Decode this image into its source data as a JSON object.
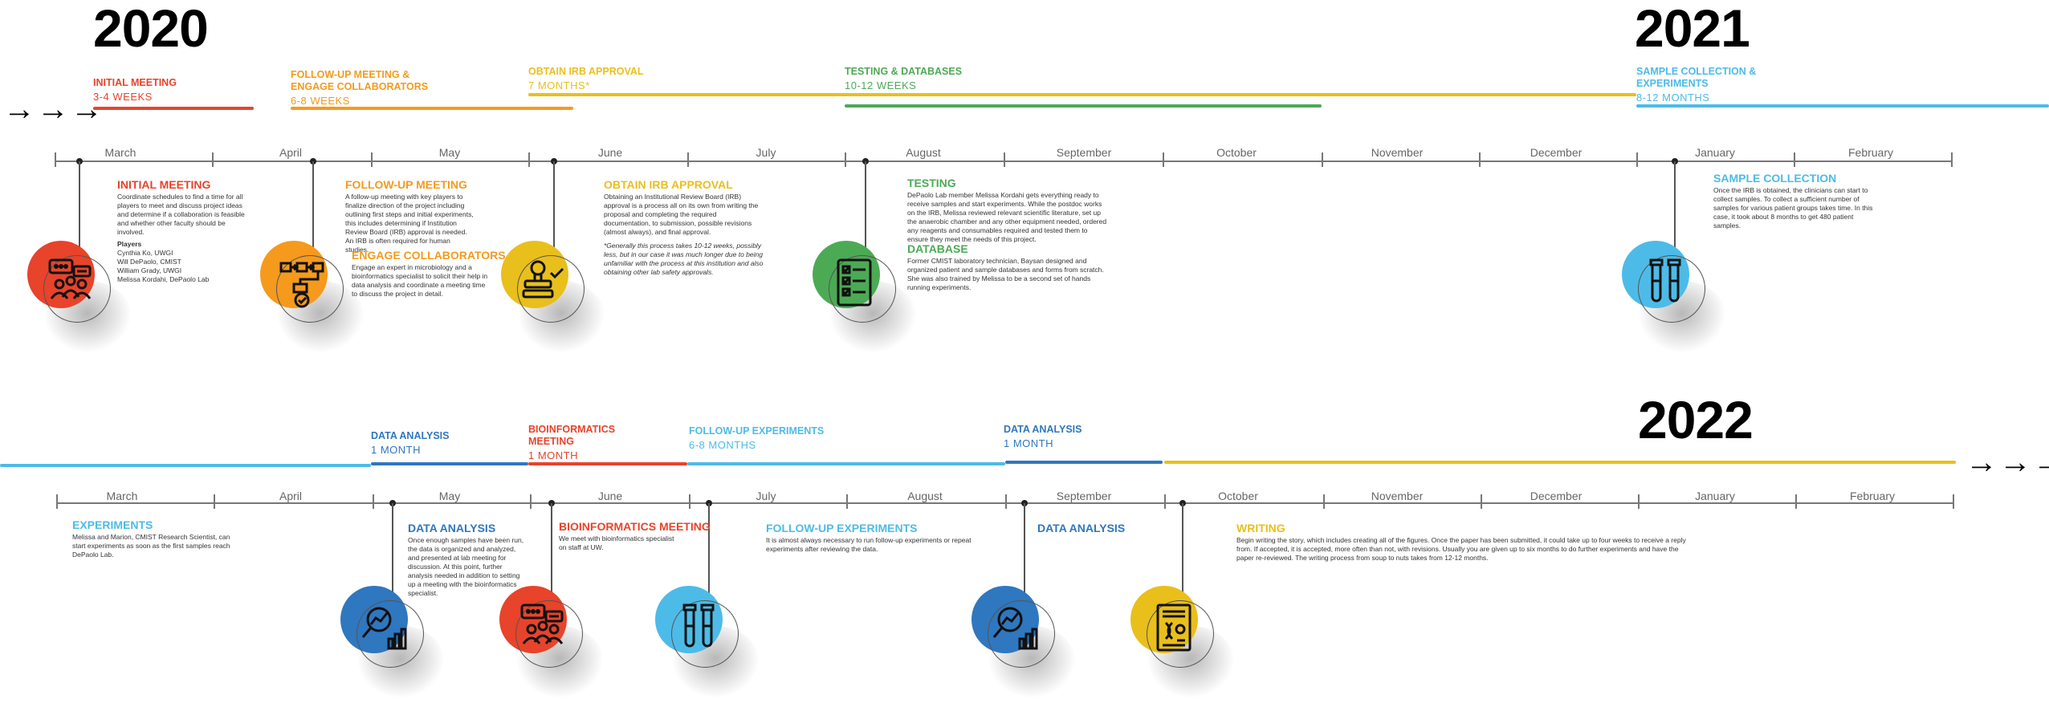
{
  "years": {
    "y2020": "2020",
    "y2021": "2021",
    "y2022": "2022"
  },
  "arrows": {
    "left": "→→→",
    "right": "→→→"
  },
  "colors": {
    "red": "#e8432b",
    "orange": "#f59a1c",
    "yellow": "#e9bf1c",
    "green": "#4caa55",
    "light_blue": "#4dbbe8",
    "dark_blue": "#2f77bf"
  },
  "row1": {
    "phases": [
      {
        "title": "INITIAL MEETING",
        "duration": "3-4 WEEKS"
      },
      {
        "title": "FOLLOW-UP MEETING & ENGAGE COLLABORATORS",
        "duration": "6-8 WEEKS"
      },
      {
        "title": "OBTAIN IRB APPROVAL",
        "duration": "7 MONTHS*"
      },
      {
        "title": "TESTING & DATABASES",
        "duration": "10-12 WEEKS"
      },
      {
        "title": "SAMPLE COLLECTION & EXPERIMENTS",
        "duration": "8-12 MONTHS"
      }
    ],
    "months": [
      "March",
      "April",
      "May",
      "June",
      "July",
      "August",
      "September",
      "October",
      "November",
      "December",
      "January",
      "February"
    ],
    "events": {
      "initial": {
        "title": "INITIAL MEETING",
        "body": "Coordinate schedules to find a time for all players to meet and discuss project ideas and determine if a collaboration is feasible and whether other faculty should be involved.",
        "players_label": "Players",
        "players": [
          "Cynthia Ko, UWGI",
          "Will DePaolo, CMIST",
          "William Grady, UWGI",
          "Melissa Kordahi, DePaolo Lab"
        ],
        "icon": "meeting-icon"
      },
      "followup": {
        "title": "FOLLOW-UP MEETING",
        "body": "A follow-up meeting with key players to finalize direction of the project including outlining first steps and initial experiments, this includes determining if Institution Review Board (IRB) approval is needed. An IRB is often required for human studies.",
        "title2": "ENGAGE COLLABORATORS",
        "body2": "Engage an expert in microbiology and a bioinformatics specialist to solicit their help in data analysis and coordinate a meeting time to discuss the project in detail.",
        "icon": "workflow-icon"
      },
      "irb": {
        "title": "OBTAIN IRB APPROVAL",
        "body": "Obtaining an Institutional Review Board (IRB) approval is a process all on its own from writing the proposal and completing the required documentation, to submission, possible revisions (almost always), and final approval.",
        "note": "*Generally this process takes 10-12 weeks, possibly less, but in our case it was much longer due to being unfamiliar with the process at this institution and also obtaining other lab safety approvals.",
        "icon": "approval-stamp-icon"
      },
      "testing": {
        "title": "TESTING",
        "body": "DePaolo Lab member Melissa Kordahi gets everything ready to receive samples and start experiments. While the postdoc works on the IRB, Melissa reviewed relevant scientific literature, set up the anaerobic chamber and any other equipment needed, ordered any reagents and consumables required and tested them to ensure they meet the needs of this project.",
        "title2": "DATABASE",
        "body2": "Former CMIST laboratory technician, Baysan designed and organized patient and sample databases and forms from scratch. She was also trained by Melissa to be a second set of hands running experiments.",
        "icon": "checklist-icon"
      },
      "sample": {
        "title": "SAMPLE COLLECTION",
        "body": "Once the IRB is obtained, the clinicians can start to collect samples. To collect a sufficient number of samples for various patient groups takes time. In this case, it took about 8 months to get 480 patient samples.",
        "icon": "test-tubes-icon"
      }
    }
  },
  "row2": {
    "phases": [
      {
        "title": "DATA ANALYSIS",
        "duration": "1 MONTH"
      },
      {
        "title": "BIOINFORMATICS MEETING",
        "duration": "1 MONTH"
      },
      {
        "title": "FOLLOW-UP EXPERIMENTS",
        "duration": "6-8 MONTHS"
      },
      {
        "title": "DATA ANALYSIS",
        "duration": "1 MONTH"
      }
    ],
    "months": [
      "March",
      "April",
      "May",
      "June",
      "July",
      "August",
      "September",
      "October",
      "November",
      "December",
      "January",
      "February"
    ],
    "events": {
      "experiments": {
        "title": "EXPERIMENTS",
        "body": "Melissa and Marion, CMIST Research Scientist, can start experiments as soon as the first samples reach DePaolo Lab."
      },
      "analysis1": {
        "title": "DATA ANALYSIS",
        "body": "Once enough samples have been run, the data is organized and analyzed, and presented at lab meeting for discussion. At this point, further analysis needed in addition to setting up a meeting with the bioinformatics specialist.",
        "icon": "data-analysis-icon"
      },
      "bioinf": {
        "title": "BIOINFORMATICS MEETING",
        "body": "We meet with bioinformatics specialist on staff at UW.",
        "icon": "meeting-icon"
      },
      "followexp": {
        "title": "FOLLOW-UP EXPERIMENTS",
        "body": "It is almost always necessary to run follow-up experiments or repeat experiments after reviewing the data.",
        "icon": "test-tubes-icon"
      },
      "analysis2": {
        "title": "DATA ANALYSIS",
        "icon": "data-analysis-icon"
      },
      "writing": {
        "title": "WRITING",
        "body": "Begin writing the story, which includes creating all of the figures. Once the paper has been submitted, it could take up to four weeks to receive a reply from. If accepted, it is accepted, more often than not, with revisions. Usually you are given up to six months to do further experiments and have the paper re-reviewed. The writing process from soup to nuts takes from 12-12 months.",
        "icon": "manuscript-icon"
      }
    }
  }
}
